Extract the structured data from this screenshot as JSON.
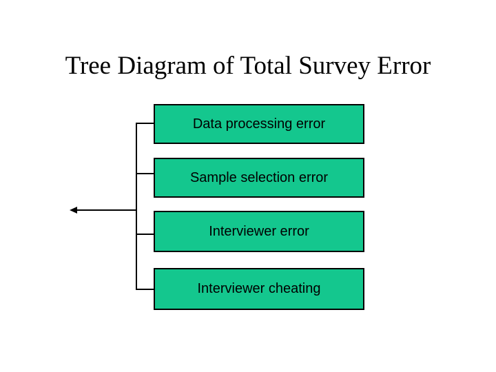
{
  "slide": {
    "title": "Tree Diagram of Total Survey Error",
    "background_color": "#ffffff",
    "title_color": "#000000"
  },
  "diagram": {
    "node_fill_color": "#14c78e",
    "node_border_color": "#000000",
    "connector_color": "#000000",
    "nodes": [
      {
        "label": "Data processing error"
      },
      {
        "label": "Sample selection error"
      },
      {
        "label": "Interviewer error"
      },
      {
        "label": "Interviewer cheating"
      }
    ],
    "arrow": {
      "direction": "left"
    }
  }
}
